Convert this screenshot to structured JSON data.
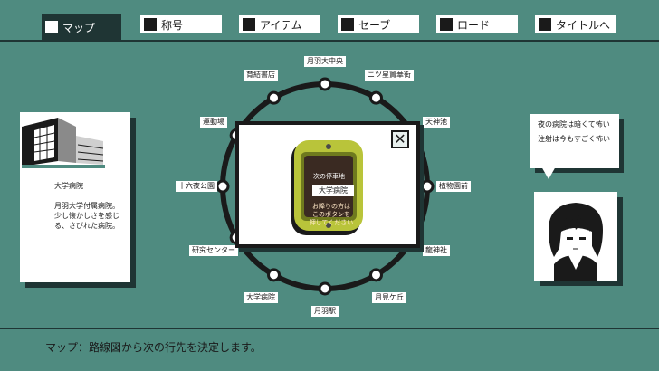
{
  "menu": [
    {
      "label": "マップ",
      "active": true
    },
    {
      "label": "称号",
      "active": false
    },
    {
      "label": "アイテム",
      "active": false
    },
    {
      "label": "セーブ",
      "active": false
    },
    {
      "label": "ロード",
      "active": false
    },
    {
      "label": "タイトルへ",
      "active": false
    }
  ],
  "stations": [
    "月羽大中央",
    "ニツ星竇華街",
    "天神池",
    "植物園前",
    "龍神社",
    "月見ケ丘",
    "月羽駅",
    "大学病院",
    "研究センター",
    "十六夜公園",
    "運動場",
    "育結書店"
  ],
  "location_card": {
    "title": "大学病院",
    "description_lines": [
      "月羽大学付属病院。",
      "少し懐かしさを感じ",
      "る、さびれた病院。"
    ]
  },
  "popup": {
    "header": "次の停車地",
    "destination": "大学病院",
    "message_lines": [
      "お降りの方は",
      "このボタンを",
      "押してください"
    ],
    "close_icon": "close-x-icon"
  },
  "dialogue": {
    "lines": [
      "夜の病院は暗くて怖い",
      "注射は今もすごく怖い"
    ]
  },
  "status_bar": {
    "text": "マップ：路線図から次の行先を決定します。"
  },
  "colors": {
    "background": "#4f8b80",
    "dark": "#1f3534",
    "panel": "#ffffff",
    "device_body": "#b9c43a",
    "device_screen": "#3a2a22"
  }
}
